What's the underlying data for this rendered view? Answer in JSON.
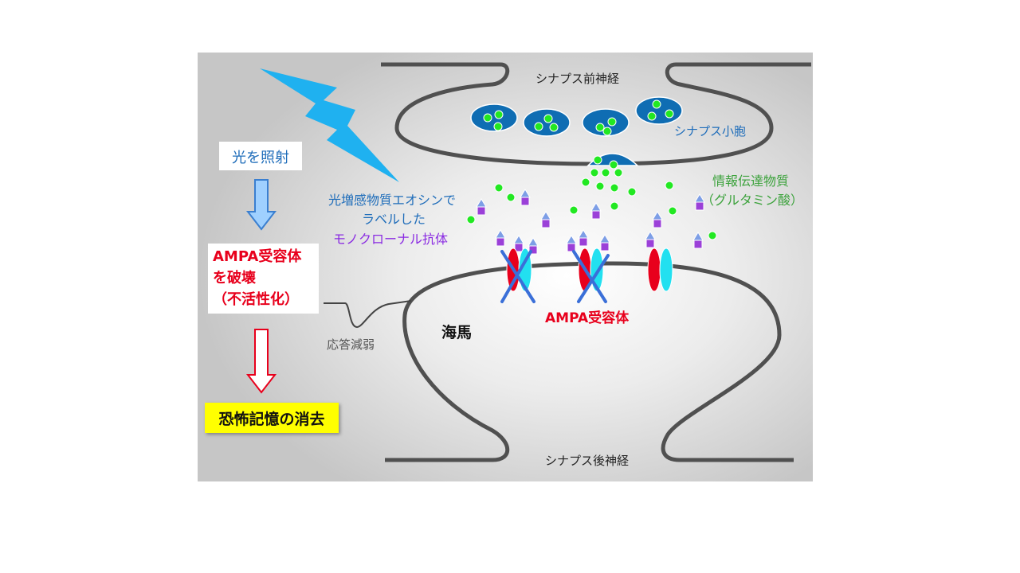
{
  "labels": {
    "pre_neuron": "シナプス前神経",
    "post_neuron": "シナプス後神経",
    "vesicle": "シナプス小胞",
    "transmitter_l1": "情報伝達物質",
    "transmitter_l2": "（グルタミン酸）",
    "photosens_l1": "光増感物質エオシンで",
    "photosens_l2": "ラベルした",
    "antibody": "モノクローナル抗体",
    "ampa_receptor": "AMPA受容体",
    "hippocampus": "海馬",
    "response": "応答減弱"
  },
  "flow": {
    "step1": "光を照射",
    "step2_l1": "AMPA受容体",
    "step2_l2": "を破壊",
    "step2_l3": "（不活性化）",
    "step3": "恐怖記憶の消去"
  },
  "colors": {
    "lightning": "#1fb1f0",
    "vesicle": "#0f6db3",
    "glutamate": "#22e822",
    "receptor_red": "#e8001c",
    "receptor_cyan": "#22e0f0",
    "cross": "#3a6fd8",
    "membrane": "#505050",
    "antibody_square": "#9b40d8",
    "antibody_triangle": "#7d9ee6",
    "label_blue": "#1f6dba",
    "label_green": "#3ca23c",
    "label_purple": "#8a2be2",
    "label_red": "#e8001c",
    "highlight_yellow": "#ffff00"
  }
}
